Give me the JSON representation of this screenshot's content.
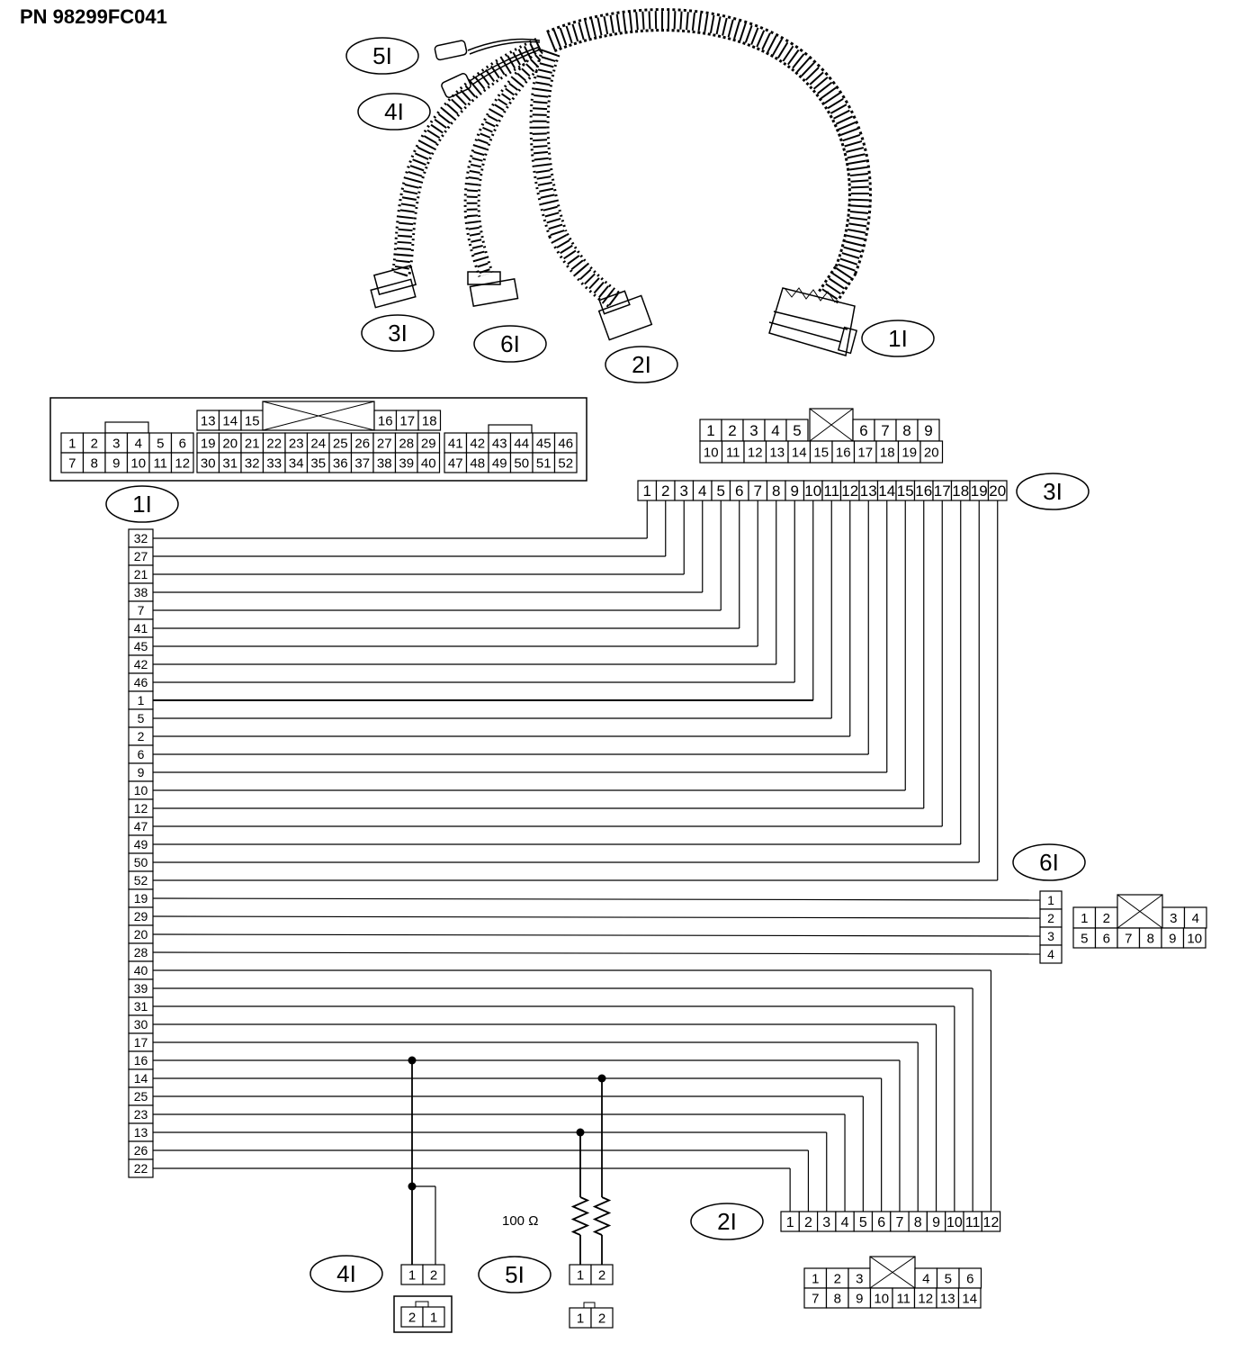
{
  "title": "PN 98299FC041",
  "callouts": {
    "c1": "1I",
    "c2": "2I",
    "c3": "3I",
    "c4": "4I",
    "c5": "5I",
    "c6": "6I"
  },
  "resistor_label": "100 Ω",
  "connector_1I": {
    "g1": {
      "top": [
        "1",
        "2",
        "3",
        "4",
        "5",
        "6"
      ],
      "bot": [
        "7",
        "8",
        "9",
        "10",
        "11",
        "12"
      ]
    },
    "g2": {
      "r0a": [
        "13",
        "14",
        "15"
      ],
      "r0b": [
        "16",
        "17",
        "18"
      ],
      "r1": [
        "19",
        "20",
        "21",
        "22",
        "23",
        "24",
        "25",
        "26",
        "27",
        "28",
        "29"
      ],
      "r2": [
        "30",
        "31",
        "32",
        "33",
        "34",
        "35",
        "36",
        "37",
        "38",
        "39",
        "40"
      ]
    },
    "g3": {
      "top": [
        "41",
        "42",
        "43",
        "44",
        "45",
        "46"
      ],
      "bot": [
        "47",
        "48",
        "49",
        "50",
        "51",
        "52"
      ]
    }
  },
  "connector_3I_face": {
    "top_left": [
      "1",
      "2",
      "3",
      "4",
      "5"
    ],
    "top_right": [
      "6",
      "7",
      "8",
      "9"
    ],
    "bot": [
      "10",
      "11",
      "12",
      "13",
      "14",
      "15",
      "16",
      "17",
      "18",
      "19",
      "20"
    ]
  },
  "connector_6I_face": {
    "top_left": [
      "1",
      "2"
    ],
    "top_right": [
      "3",
      "4"
    ],
    "bot": [
      "5",
      "6",
      "7",
      "8",
      "9",
      "10"
    ]
  },
  "connector_2I_face": {
    "top_left": [
      "1",
      "2",
      "3"
    ],
    "top_right": [
      "4",
      "5",
      "6"
    ],
    "bot": [
      "7",
      "8",
      "9",
      "10",
      "11",
      "12",
      "13",
      "14"
    ]
  },
  "pins_1I_column": [
    "32",
    "27",
    "21",
    "38",
    "7",
    "41",
    "45",
    "42",
    "46",
    "1",
    "5",
    "2",
    "6",
    "9",
    "10",
    "12",
    "47",
    "49",
    "50",
    "52",
    "19",
    "29",
    "20",
    "28",
    "40",
    "39",
    "31",
    "30",
    "17",
    "16",
    "14",
    "25",
    "23",
    "13",
    "26",
    "22"
  ],
  "pins_3I_row": [
    "1",
    "2",
    "3",
    "4",
    "5",
    "6",
    "7",
    "8",
    "9",
    "10",
    "11",
    "12",
    "13",
    "14",
    "15",
    "16",
    "17",
    "18",
    "19",
    "20"
  ],
  "pins_6I_column": [
    "1",
    "2",
    "3",
    "4"
  ],
  "pins_2I_row": [
    "1",
    "2",
    "3",
    "4",
    "5",
    "6",
    "7",
    "8",
    "9",
    "10",
    "11",
    "12"
  ],
  "pins_4I": {
    "terminal": [
      "1",
      "2"
    ],
    "plug": [
      "2",
      "1"
    ]
  },
  "pins_5I": {
    "terminal": [
      "1",
      "2"
    ],
    "plug": [
      "1",
      "2"
    ]
  }
}
